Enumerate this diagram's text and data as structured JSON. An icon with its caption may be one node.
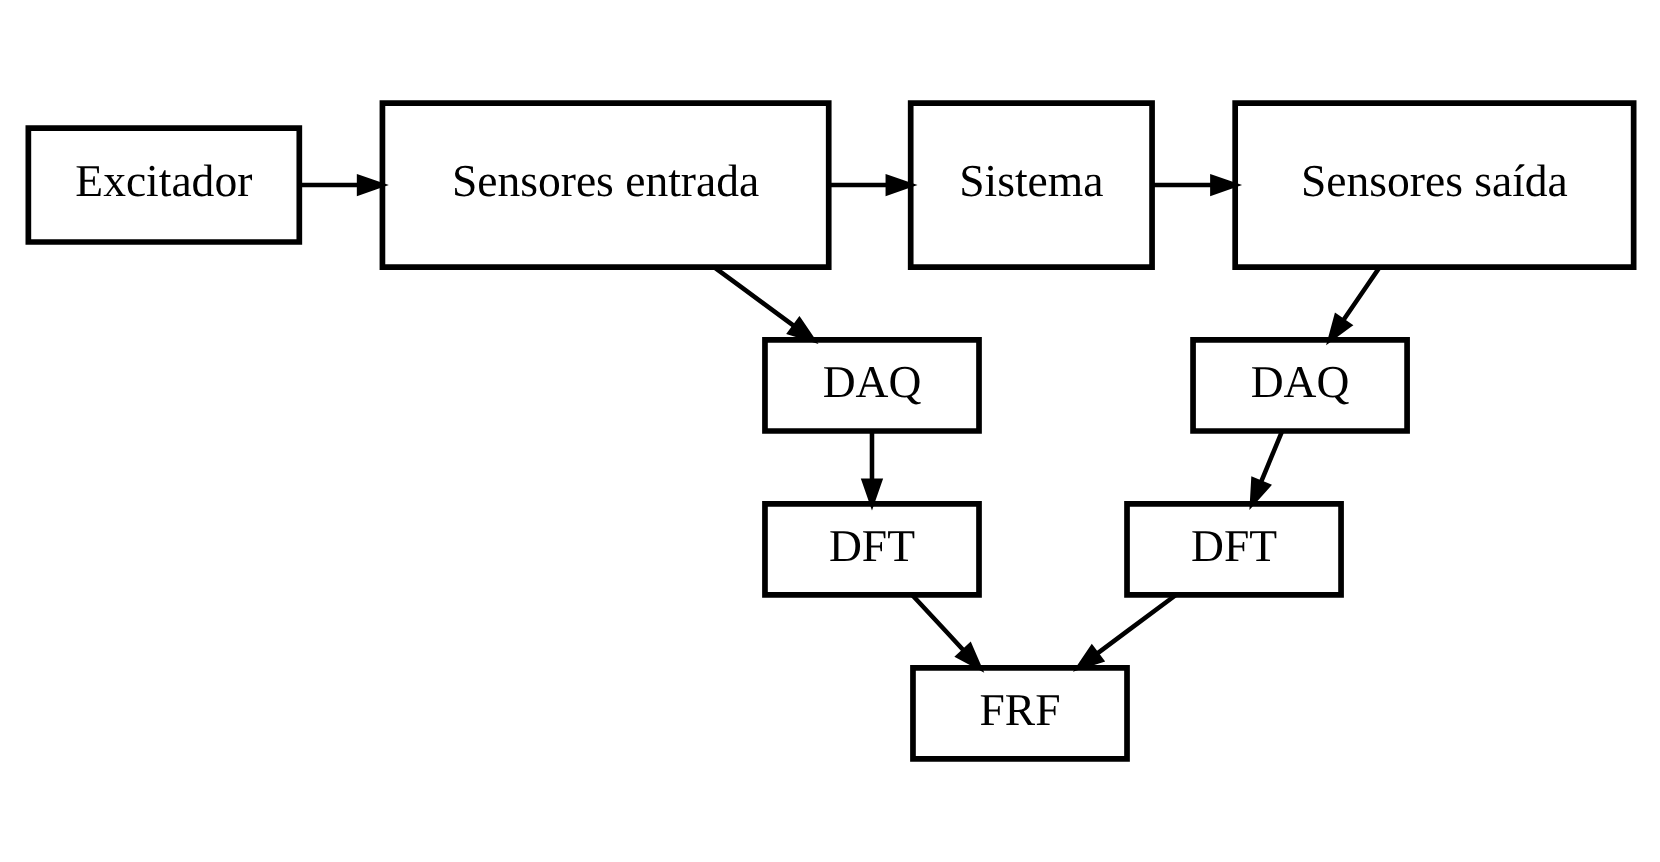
{
  "diagram": {
    "nodes": [
      {
        "text": [
          "Excitador"
        ]
      },
      {
        "text": [
          "Sensores entrada"
        ]
      },
      {
        "text": [
          "Sistema"
        ]
      },
      {
        "text": [
          "Sensores saída"
        ]
      },
      {
        "text": [
          "DAQ"
        ]
      },
      {
        "text": [
          "DFT"
        ]
      },
      {
        "text": [
          "DAQ"
        ]
      },
      {
        "text": [
          "DFT"
        ]
      },
      {
        "text": [
          "FRF"
        ]
      }
    ],
    "edges": [
      {
        "from": 0,
        "to": 1,
        "arrow": "to"
      },
      {
        "from": 1,
        "to": 2,
        "arrow": "to"
      },
      {
        "from": 2,
        "to": 3,
        "arrow": "to"
      },
      {
        "from": 1,
        "to": 4,
        "arrow": "to"
      },
      {
        "from": 4,
        "to": 5,
        "arrow": "to"
      },
      {
        "from": 3,
        "to": 6,
        "arrow": "to"
      },
      {
        "from": 6,
        "to": 7,
        "arrow": "to"
      },
      {
        "from": 5,
        "to": 8,
        "arrow": "to"
      },
      {
        "from": 7,
        "to": 8,
        "arrow": "to"
      }
    ]
  }
}
